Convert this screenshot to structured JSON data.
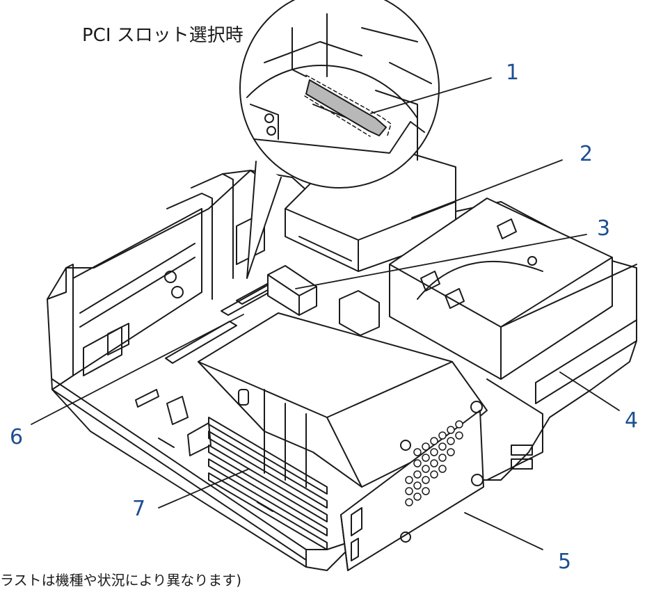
{
  "title": "PCI スロット選択時",
  "caption": "ラストは機種や状況により異なります)",
  "callouts": [
    {
      "id": "1",
      "label": "1"
    },
    {
      "id": "2",
      "label": "2"
    },
    {
      "id": "3",
      "label": "3"
    },
    {
      "id": "4",
      "label": "4"
    },
    {
      "id": "5",
      "label": "5"
    },
    {
      "id": "6",
      "label": "6"
    },
    {
      "id": "7",
      "label": "7"
    }
  ],
  "colors": {
    "line": "#1a1a1a",
    "callout": "#1d4f91",
    "highlight": "#b8b8b8",
    "background": "#ffffff"
  }
}
